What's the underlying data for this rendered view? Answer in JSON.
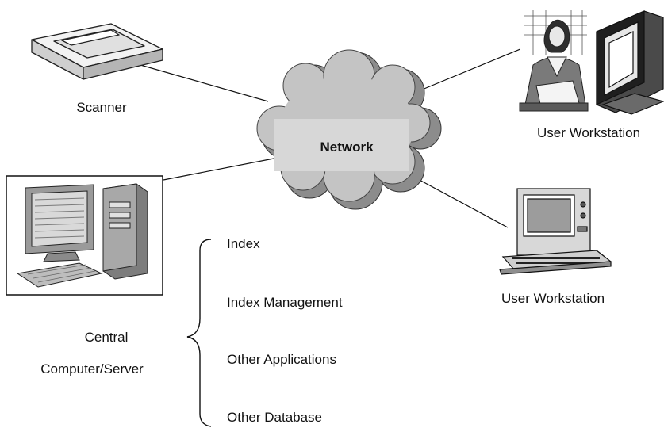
{
  "network": {
    "label": "Network"
  },
  "scanner": {
    "label": "Scanner"
  },
  "workstation_top": {
    "label": "User Workstation"
  },
  "workstation_bottom": {
    "label": "User Workstation"
  },
  "server": {
    "label_line1": "Central",
    "label_line2": "Computer/Server"
  },
  "server_contents": [
    "Index",
    "Index Management",
    "Other Applications",
    "Other Database"
  ],
  "colors": {
    "cloud_fill": "#bdbdbd",
    "cloud_dark": "#8a8a8a",
    "network_box": "#d4d4d4",
    "line": "#111111"
  },
  "icons": [
    "scanner-icon",
    "person-at-desk-icon",
    "crt-monitor-icon",
    "workstation-computer-icon",
    "server-computer-icon",
    "network-cloud-icon"
  ]
}
